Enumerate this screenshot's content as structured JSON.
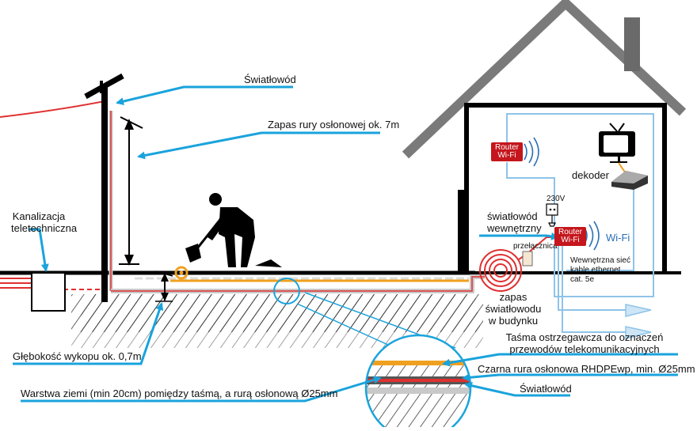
{
  "labels": {
    "swiatlowod_top": "Światłowód",
    "zapas_rury": "Zapas rury osłonowej ok. 7m",
    "kanalizacja_1": "Kanalizacja",
    "kanalizacja_2": "teletechniczna",
    "glebokosc": "Głębokość wykopu ok. 0,7m",
    "warstwa": "Warstwa ziemi (min 20cm) pomiędzy taśmą, a rurą osłonową Ø25mm",
    "tasma_1": "Taśma ostrzegawcza do oznaczeń",
    "tasma_2": "przewodów telekomunikacyjnych",
    "czarna_rura": "Czarna rura osłonowa RHDPEwp, min. Ø25mm",
    "swiatlowod_bottom": "Światłowód",
    "swiatlowod_wewn_1": "światłowód",
    "swiatlowod_wewn_2": "wewnętrzny",
    "przelacznica": "przełącznica",
    "zapas_1": "zapas",
    "zapas_2": "światłowodu",
    "zapas_3": "w budynku",
    "dekoder": "dekoder",
    "wifi": "Wi-Fi",
    "voltage": "230V",
    "siec_1": "Wewnętrzna sieć",
    "siec_2": "kable ethernet",
    "siec_3": "cat. 5e"
  },
  "routers": {
    "upper_line1": "Router",
    "upper_line2": "Wi-Fi",
    "lower_line1": "Router",
    "lower_line2": "Wi-Fi"
  },
  "colors": {
    "callout_blue": "#1aa3dc",
    "fiber_red": "#e03030",
    "duct_gray": "#9aa0a6",
    "tape_orange": "#f0a020",
    "router_red": "#c4161c",
    "ethernet_blue": "#8fc3e8",
    "wifi_blue": "#2a6fb5"
  },
  "icons": [
    "tv-icon",
    "set-top-box-icon",
    "wifi-waves-icon",
    "power-socket-icon",
    "worker-digging-icon",
    "fiber-coil-icon",
    "magnifier-icon"
  ]
}
